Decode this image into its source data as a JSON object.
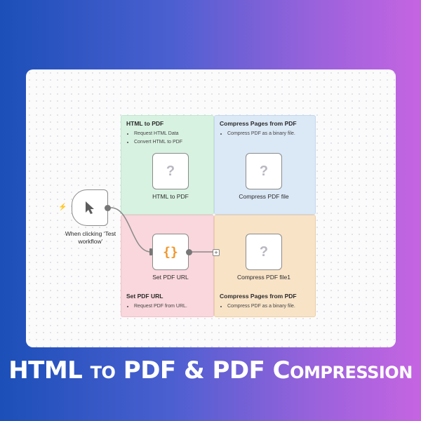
{
  "banner_title": "HTML to PDF & PDF Compression",
  "sticky_notes": [
    {
      "title": "HTML to PDF",
      "items": [
        "Request HTML Data",
        "Convert HTML to PDF"
      ]
    },
    {
      "title": "Compress Pages from PDF",
      "items": [
        "Compress PDF as a binary file."
      ]
    },
    {
      "title": "Set PDF URL",
      "items": [
        "Request PDF from URL."
      ]
    },
    {
      "title": "Compress Pages from PDF",
      "items": [
        "Compress PDF as a binary file."
      ]
    }
  ],
  "nodes": {
    "trigger": {
      "label": "When clicking ‘Test workflow’",
      "icon": "cursor-icon"
    },
    "html_to_pdf": {
      "label": "HTML to PDF",
      "icon": "question-icon"
    },
    "compress_pdf_file": {
      "label": "Compress PDF file",
      "icon": "question-icon"
    },
    "set_pdf_url": {
      "label": "Set PDF URL",
      "icon": "braces-icon"
    },
    "compress_pdf_file1": {
      "label": "Compress PDF file1",
      "icon": "question-icon"
    }
  },
  "colors": {
    "green_note": "#d8f2e1",
    "blue_note": "#dbe8f6",
    "pink_note": "#f9d7dc",
    "peach_note": "#f8e3c7",
    "braces": "#f0962a",
    "trigger_bolt": "#f06a55"
  }
}
